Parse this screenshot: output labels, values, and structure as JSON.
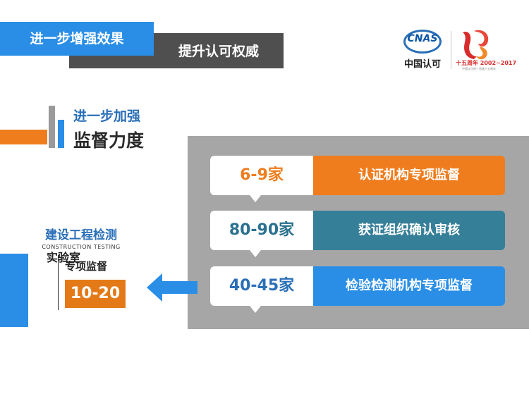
{
  "header": {
    "tab_primary": "进一步增强效果",
    "tab_secondary": "提升认可权威"
  },
  "logos": {
    "cnas_mark": "CNAS",
    "cnas_caption": "中国认可",
    "anniversary_caption": "十五周年 2002~2017",
    "anniversary_subcaption": "中国认可的一里路十五周年"
  },
  "section": {
    "line1": "进一步加强",
    "line2": "监督力度"
  },
  "rows": [
    {
      "count": "6-9家",
      "label": "认证机构专项监督",
      "color": "#ef7d1e"
    },
    {
      "count": "80-90家",
      "label": "获证组织确认审核",
      "color": "#367f99"
    },
    {
      "count": "40-45家",
      "label": "检验检测机构专项监督",
      "color": "#2a8ee6"
    }
  ],
  "construction": {
    "title": "建设工程检测",
    "subtitle": "CONSTRUCTION TESTING",
    "overlap": "实验室",
    "supervision": "专项监督",
    "count": "10-20"
  },
  "colors": {
    "accent_blue": "#2a8ee6",
    "accent_orange": "#ef7d1e",
    "panel_gray": "#a6a6a6",
    "dark_gray": "#4f4f4f"
  }
}
